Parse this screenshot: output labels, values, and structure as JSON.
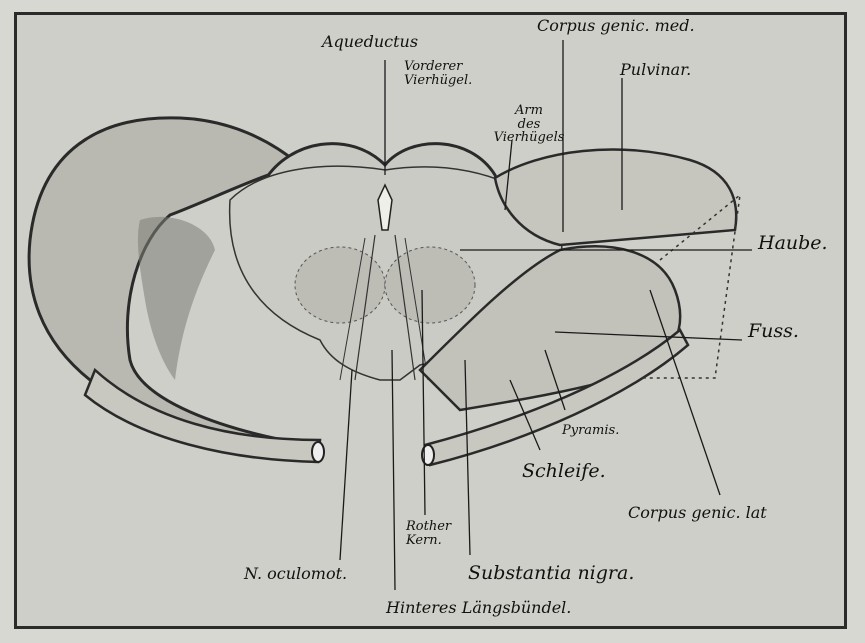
{
  "labels": {
    "aqueductus": "Aqueductus",
    "vorderer": "Vorderer",
    "vierhuegel": "Vierhügel.",
    "arm": "Arm",
    "des_vierhuegels": "des Vierhügels",
    "corpus_genic_med": "Corpus genic. med.",
    "pulvinar": "Pulvinar.",
    "haube": "Haube.",
    "fuss": "Fuss.",
    "pyramis": "Pyramis.",
    "schleife": "Schleife.",
    "corpus_genic_lat": "Corpus genic. lat",
    "rother": "Rother",
    "kern": "Kern.",
    "n_oculomot": "N. oculomot.",
    "substantia_nigra": "Substantia nigra.",
    "hinteres_laengsbuendel": "Hinteres Längsbündel."
  }
}
